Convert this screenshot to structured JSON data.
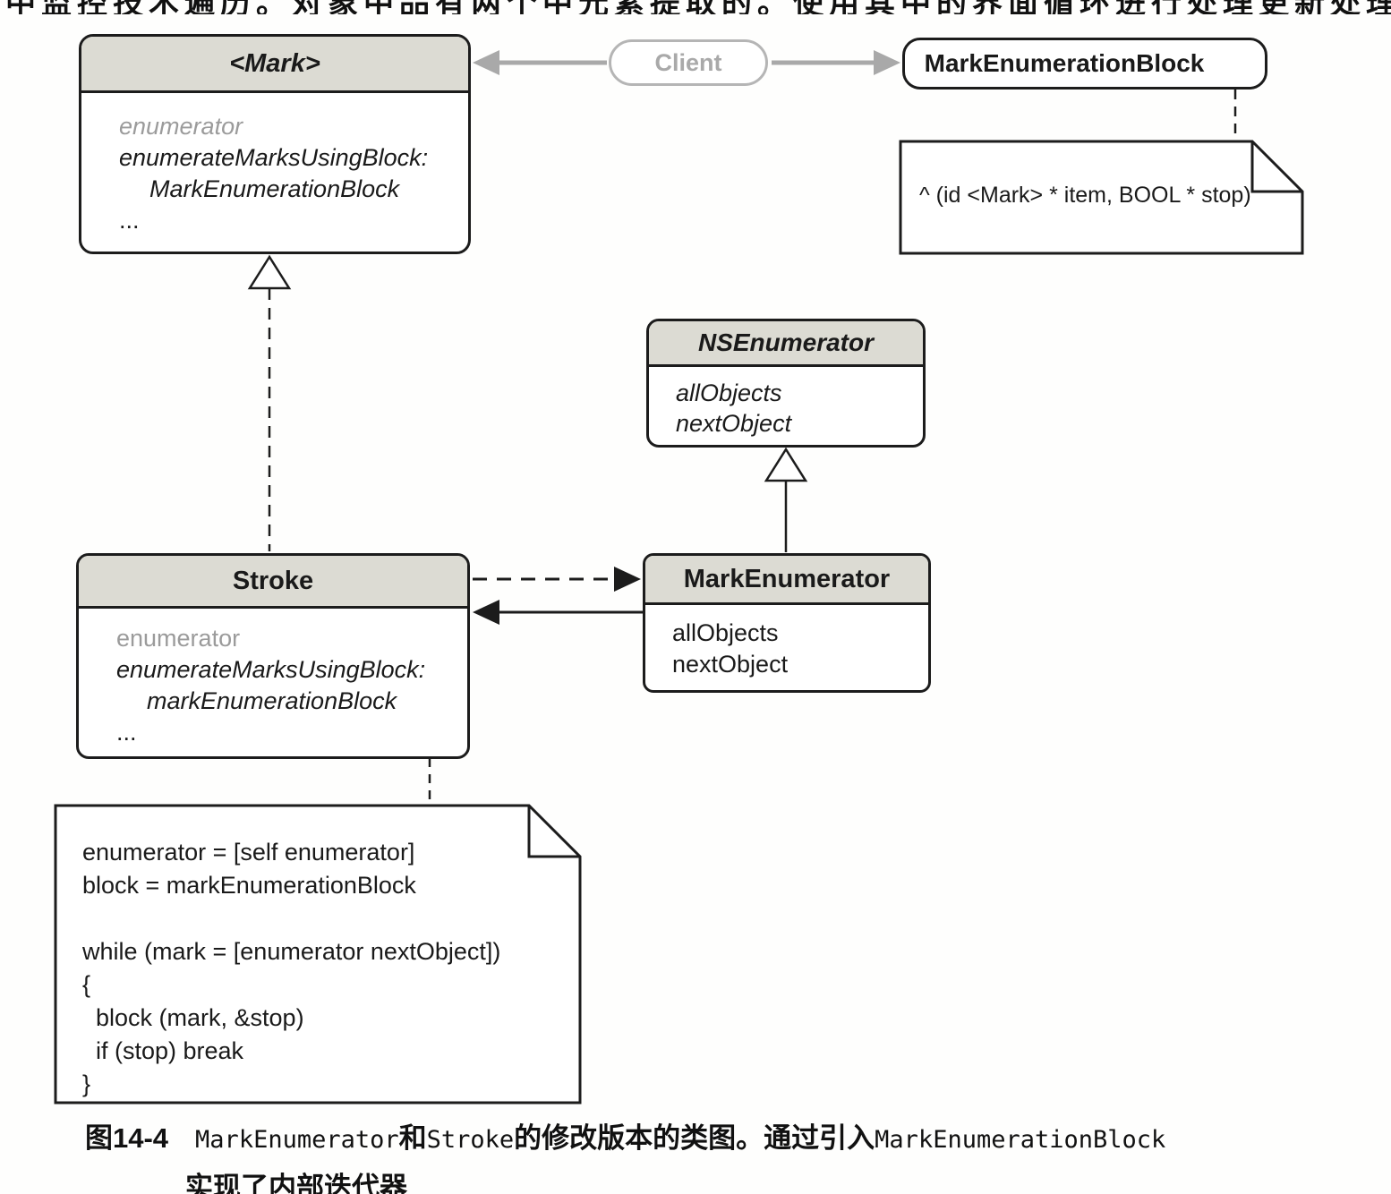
{
  "page": {
    "cropped_top_text": "中监控技术遍历。对象中品有两个中元素提取的。使用其中的界面循环进行处理更新处理",
    "caption": {
      "figure_label": "图14-4",
      "code1": "MarkEnumerator",
      "cjk1": "和",
      "code2": "Stroke",
      "cjk2": "的修改版本的类图。通过引入",
      "code3": "MarkEnumerationBlock",
      "line2": "实现了内部迭代器"
    }
  },
  "diagram": {
    "mark_class": {
      "title": "<Mark>",
      "members": [
        "enumerator",
        "enumerateMarksUsingBlock:",
        "MarkEnumerationBlock",
        "..."
      ]
    },
    "client": {
      "label": "Client"
    },
    "mark_enumeration_block": {
      "label": "MarkEnumerationBlock"
    },
    "block_note": {
      "text": "^ (id <Mark> * item, BOOL * stop)"
    },
    "ns_enumerator": {
      "title": "NSEnumerator",
      "members": [
        "allObjects",
        "nextObject"
      ]
    },
    "stroke_class": {
      "title": "Stroke",
      "members": [
        "enumerator",
        "enumerateMarksUsingBlock:",
        "markEnumerationBlock",
        "..."
      ]
    },
    "mark_enumerator": {
      "title": "MarkEnumerator",
      "members": [
        "allObjects",
        "nextObject"
      ]
    },
    "code_note": {
      "lines": [
        "enumerator = [self enumerator]",
        "block = markEnumerationBlock",
        "",
        "while (mark = [enumerator nextObject])",
        "{",
        "  block (mark, &stop)",
        "  if (stop) break",
        "}"
      ]
    },
    "colors": {
      "header_fill": "#dcdbd3",
      "border": "#1c1c1c",
      "gray_member": "#9b9b9b",
      "client_gray": "#a9a9a9"
    }
  }
}
